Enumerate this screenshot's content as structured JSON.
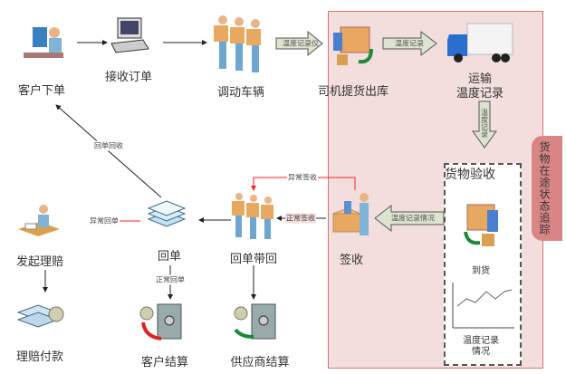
{
  "side_tab": {
    "label": "货物在途状态追踪"
  },
  "nodes": {
    "customer_order": "客户下单",
    "receive_order": "接收订单",
    "dispatch_vehicle": "调动车辆",
    "driver_pickup": "司机提货出库",
    "transport_line1": "运输",
    "transport_line2": "温度记录",
    "inspection_title": "货物验收",
    "arrival": "到货",
    "temp_record_line1": "温度记录",
    "temp_record_line2": "情况",
    "sign": "签收",
    "receipt_return": "回单带回",
    "receipt": "回单",
    "claim": "发起理赔",
    "claim_payment": "理赔付款",
    "customer_settlement": "客户结算",
    "supplier_settlement": "供应商结算"
  },
  "edges": {
    "temp_recorder": "温度记录仪",
    "temp_record": "温度记录",
    "temp_record_down": "温度记录",
    "temp_situation": "温度记录情况",
    "normal_sign": "正常签收",
    "abnormal_sign": "异常签收",
    "abnormal_receipt": "异常回单",
    "receipt_recovery": "回单回收",
    "normal_receipt": "正常回单"
  },
  "colors": {
    "panel": "#f2dedd",
    "tab": "#d98585",
    "abnormal": "#ff2020",
    "thick_arrow": "#dde3cf"
  }
}
